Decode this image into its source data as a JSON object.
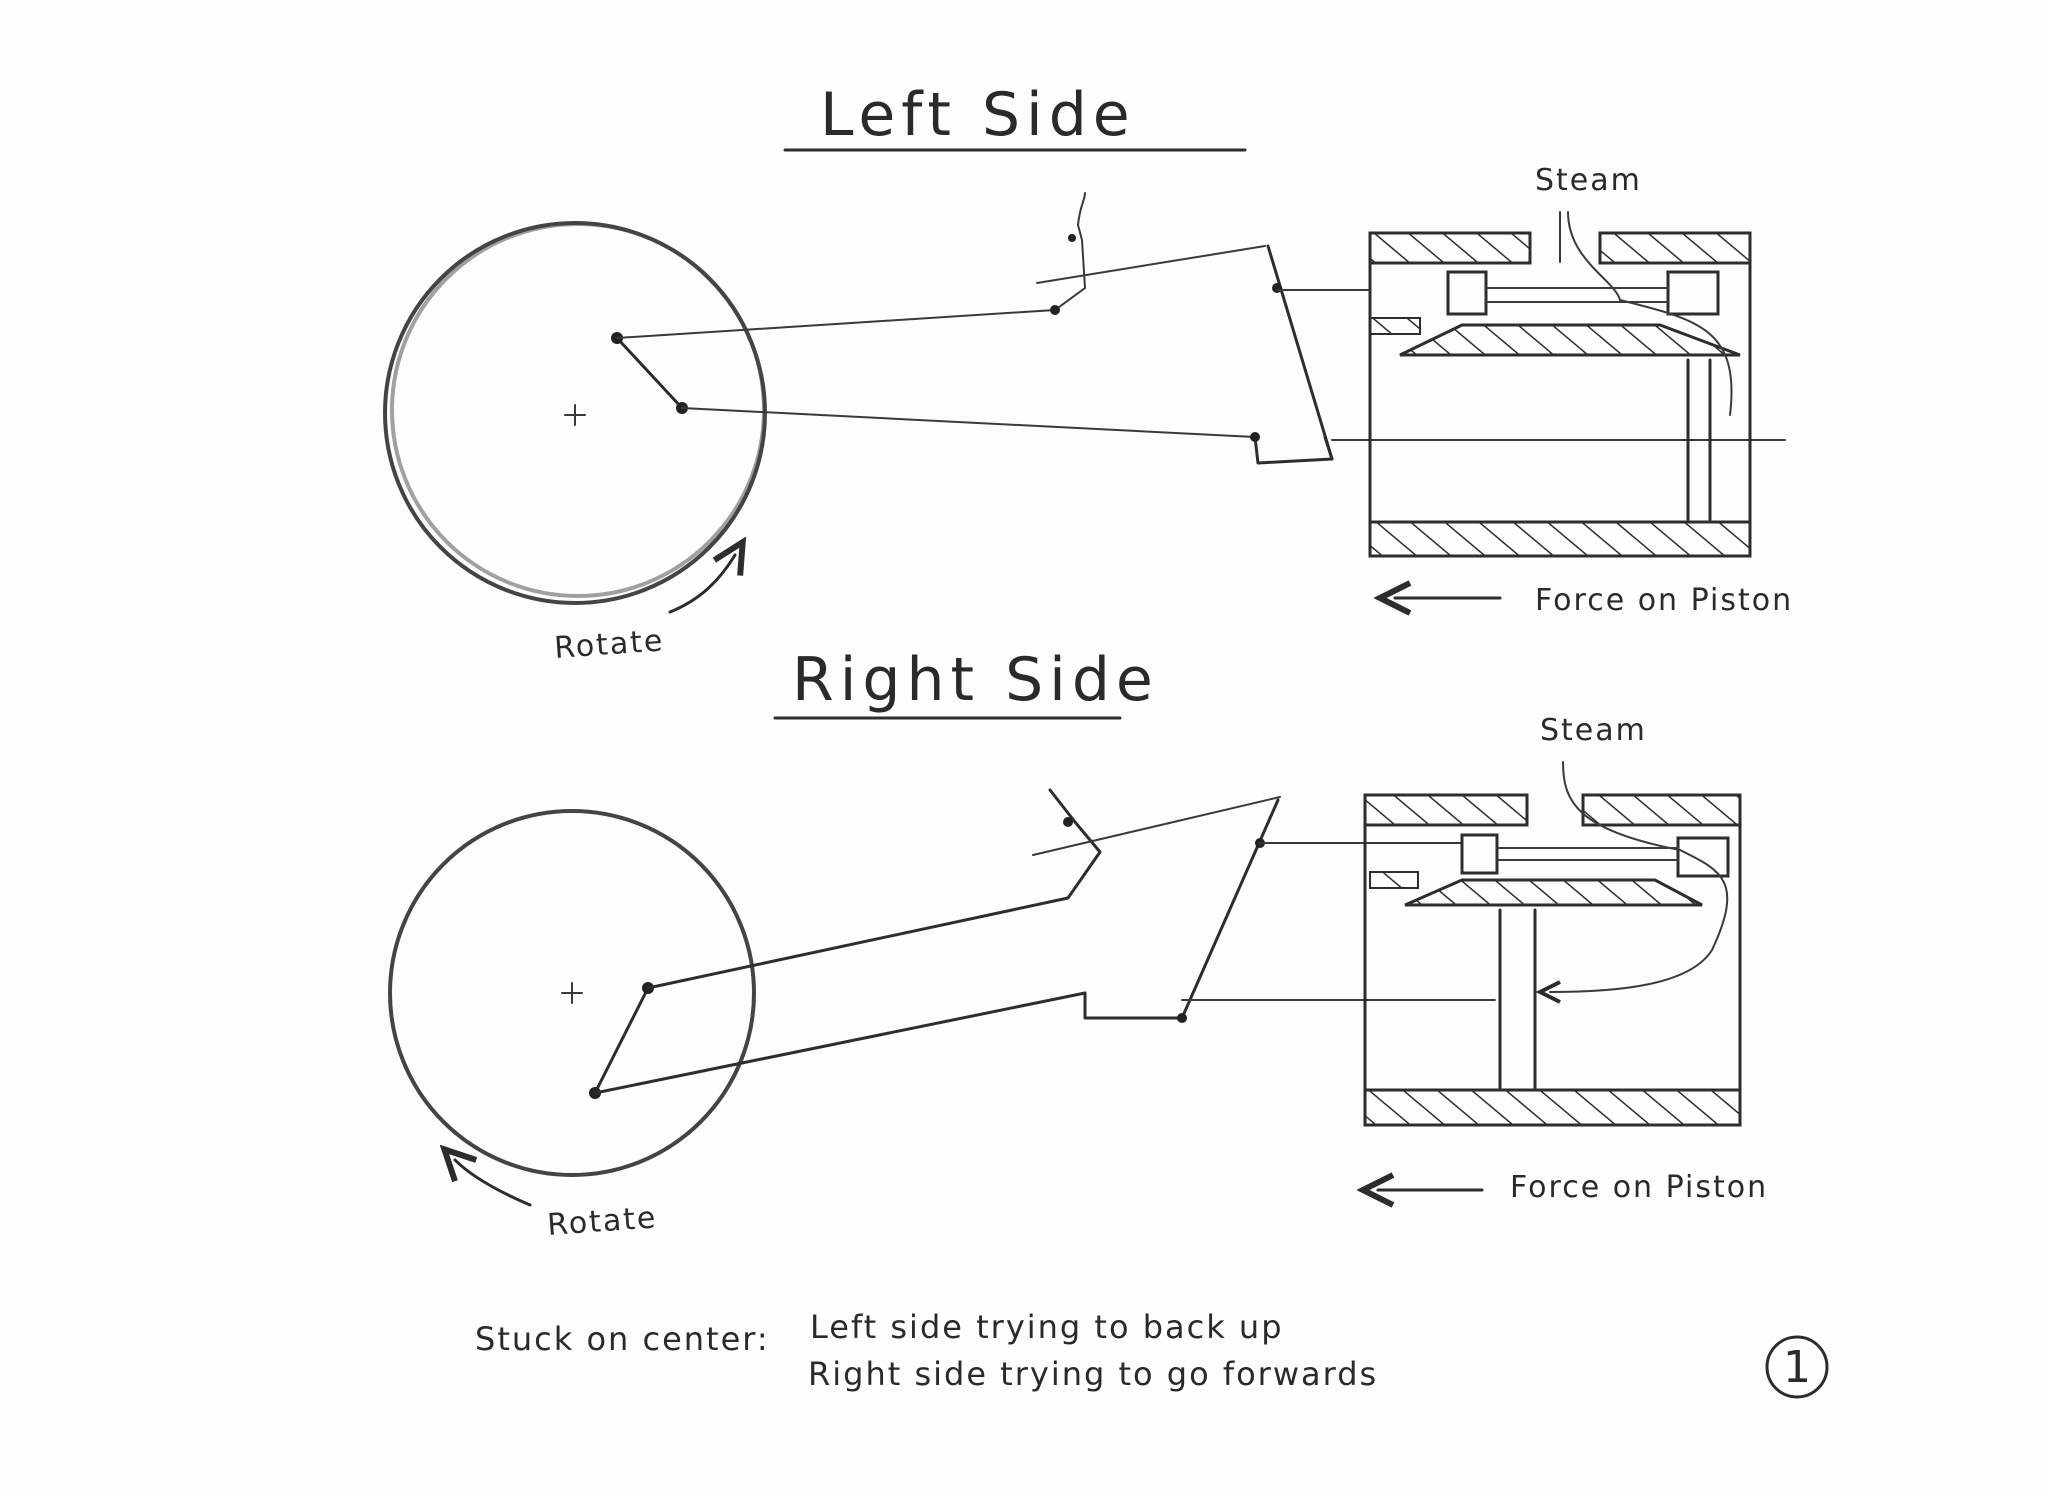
{
  "left": {
    "title": "Left Side",
    "steam_label": "Steam",
    "rotate_label": "Rotate",
    "force_label": "Force on Piston"
  },
  "right": {
    "title": "Right Side",
    "steam_label": "Steam",
    "rotate_label": "Rotate",
    "force_label": "Force on Piston"
  },
  "note": {
    "prefix": "Stuck on center:",
    "line1": "Left side trying to back up",
    "line2": "Right side trying to go forwards"
  },
  "page_number": "1"
}
